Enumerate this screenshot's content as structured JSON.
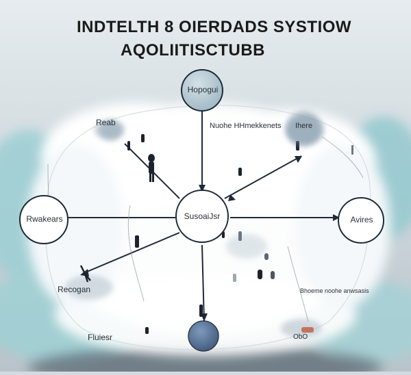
{
  "title": {
    "line1": "INDTELTH 8 OIERDADS SYSTIOW",
    "line2": "AQOLIITISCTUBB"
  },
  "nodes": {
    "top": "Hopogui",
    "center": "SusoaiJsr",
    "left": "Rwakears",
    "right": "Avires",
    "bottom": ""
  },
  "labels": {
    "top_left": "Reab",
    "top_mid": "Nuohe HHmekkenets",
    "top_right": "Ihere",
    "bottom_left_1": "Recogan",
    "bottom_left_2": "Fluiesr",
    "bottom_right": "Bhoeme noohe anwsasis",
    "bottom_right_small": "ObO"
  },
  "colors": {
    "node_stroke": "#1e2a38",
    "edge": "#1e2a38",
    "cloud": "#ffffff",
    "teal": "#8fc9cf",
    "node_fill_top": "#b9cdd6",
    "node_fill_bottom": "#3f5f8a"
  }
}
